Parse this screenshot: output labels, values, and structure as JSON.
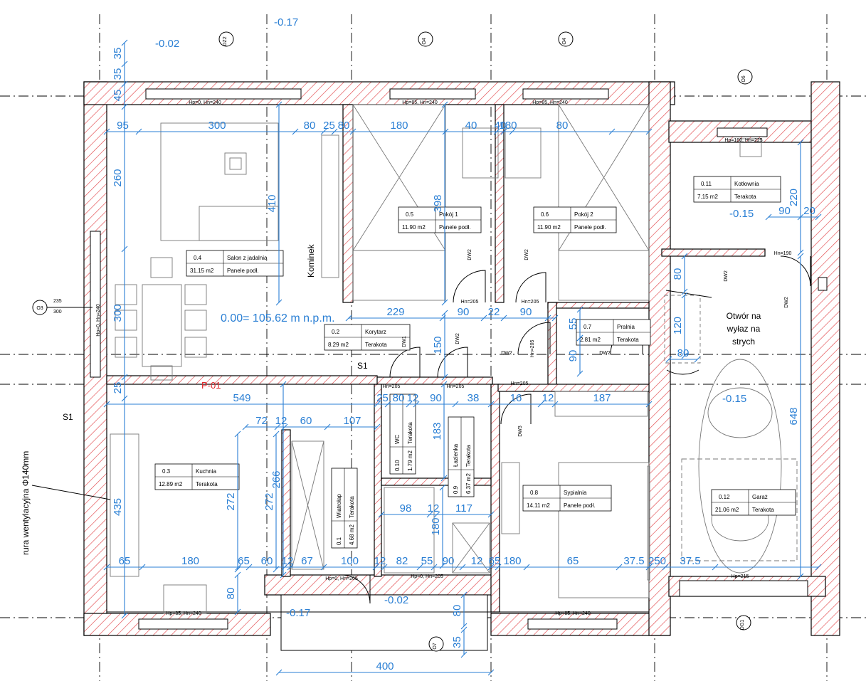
{
  "rooms": [
    {
      "num": "0.4",
      "name": "Salon z jadalnią",
      "area": "31.15 m2",
      "floor": "Panele podł."
    },
    {
      "num": "0.5",
      "name": "Pokój 1",
      "area": "11.90 m2",
      "floor": "Panele podł."
    },
    {
      "num": "0.6",
      "name": "Pokój 2",
      "area": "11.90 m2",
      "floor": "Panele podł."
    },
    {
      "num": "0.11",
      "name": "Kotłownia",
      "area": "7.15 m2",
      "floor": "Terakota"
    },
    {
      "num": "0.2",
      "name": "Korytarz",
      "area": "8.29 m2",
      "floor": "Terakota"
    },
    {
      "num": "0.7",
      "name": "Pralnia",
      "area": "2.81 m2",
      "floor": "Terakota"
    },
    {
      "num": "0.3",
      "name": "Kuchnia",
      "area": "12.89 m2",
      "floor": "Terakota"
    },
    {
      "num": "0.8",
      "name": "Sypialnia",
      "area": "14.11 m2",
      "floor": "Panele podł."
    },
    {
      "num": "0.12",
      "name": "Garaż",
      "area": "21.06 m2",
      "floor": "Terakota"
    },
    {
      "num": "0.10",
      "name": "WC",
      "area": "1.79 m2",
      "floor": "Terakota"
    },
    {
      "num": "0.9",
      "name": "Łazienka",
      "area": "6.37 m2",
      "floor": "Terakota"
    },
    {
      "num": "0.1",
      "name": "Wiatrołap",
      "area": "4.68 m2",
      "floor": "Terakota"
    }
  ],
  "labels": {
    "elevation": "0.00= 105.62 m n.p.m.",
    "section": "P-01",
    "s1a": "S1",
    "s1b": "S1",
    "kominek": "Kominek",
    "ventilation": "rura wentylacyjna Φ140mm",
    "opening": [
      "Otwór na",
      "wyłaz na",
      "strych"
    ],
    "lvl_top": "-0.02",
    "lvl_top2": "-0.17",
    "lvl_kot": "-0.15",
    "lvl_gar": "-0.15",
    "lvl_bot1": "-0.17",
    "lvl_bot2": "-0.02"
  },
  "tags": {
    "o3_top": "235",
    "o3_bot": "300",
    "o3": "O3",
    "dz2": "DZ2",
    "o4a": "O4",
    "o4b": "O4",
    "o6": "O6",
    "o7": "O7",
    "dg1": "DG1"
  },
  "dims": {
    "top_row": [
      "95",
      "300",
      "80",
      "25",
      "80",
      "180",
      "40",
      "40",
      "180",
      "80"
    ],
    "left_col": [
      "35",
      "35",
      "45",
      "260",
      "300",
      "25",
      "435"
    ],
    "mid": [
      "410",
      "398",
      "266",
      "229",
      "90",
      "22",
      "90",
      "150",
      "55",
      "90",
      "120",
      "80",
      "80",
      "220",
      "90",
      "20",
      "648"
    ],
    "row2": [
      "549",
      "25",
      "80",
      "12",
      "90",
      "38",
      "16",
      "12",
      "187",
      "90"
    ],
    "row3": [
      "72",
      "12",
      "60",
      "107",
      "183",
      "12",
      "12",
      "272",
      "272",
      "98",
      "12",
      "117",
      "180"
    ],
    "bottom_row": [
      "65",
      "180",
      "65",
      "60",
      "12",
      "67",
      "100",
      "12",
      "82",
      "55",
      "90",
      "12",
      "65",
      "180",
      "65",
      "37.5",
      "250",
      "37.5"
    ],
    "lower": [
      "80",
      "80",
      "35",
      "400"
    ]
  },
  "openings": {
    "top": [
      "Hp=0, Hn=240",
      "Hp=85, Hn=240",
      "Hp=85, Hn=240",
      "Hp=160, Hn=225"
    ],
    "bottom": [
      "Hp=85, Hn=240",
      "Hp=0, Hn=205",
      "Hp=0, Hn=205",
      "Hp=85, Hn=240",
      "Hp=215"
    ],
    "inner": [
      "Hn=205",
      "Hn=205",
      "Hn=205",
      "Hn=205",
      "Hn=205",
      "Hn=205",
      "Hp=0, Hn=240",
      "Hn=190"
    ],
    "doors": [
      "DW2",
      "DW2",
      "DW2",
      "DW1",
      "DW2",
      "DW2",
      "DW2",
      "DW3",
      "DW2"
    ]
  }
}
